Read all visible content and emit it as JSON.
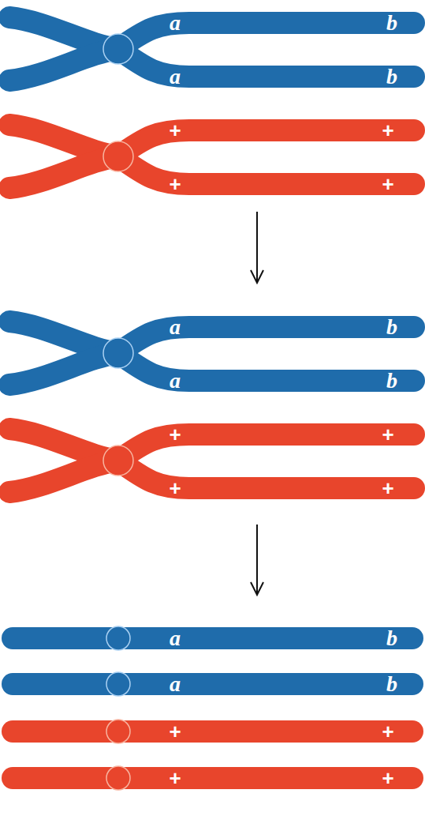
{
  "diagram": {
    "labels": [
      "a",
      "b",
      "a",
      "b",
      "+",
      "+",
      "+",
      "+",
      "a",
      "b",
      "a",
      "b",
      "+",
      "+",
      "+",
      "+",
      "a",
      "b",
      "a",
      "b",
      "+",
      "+",
      "+",
      "+"
    ]
  }
}
